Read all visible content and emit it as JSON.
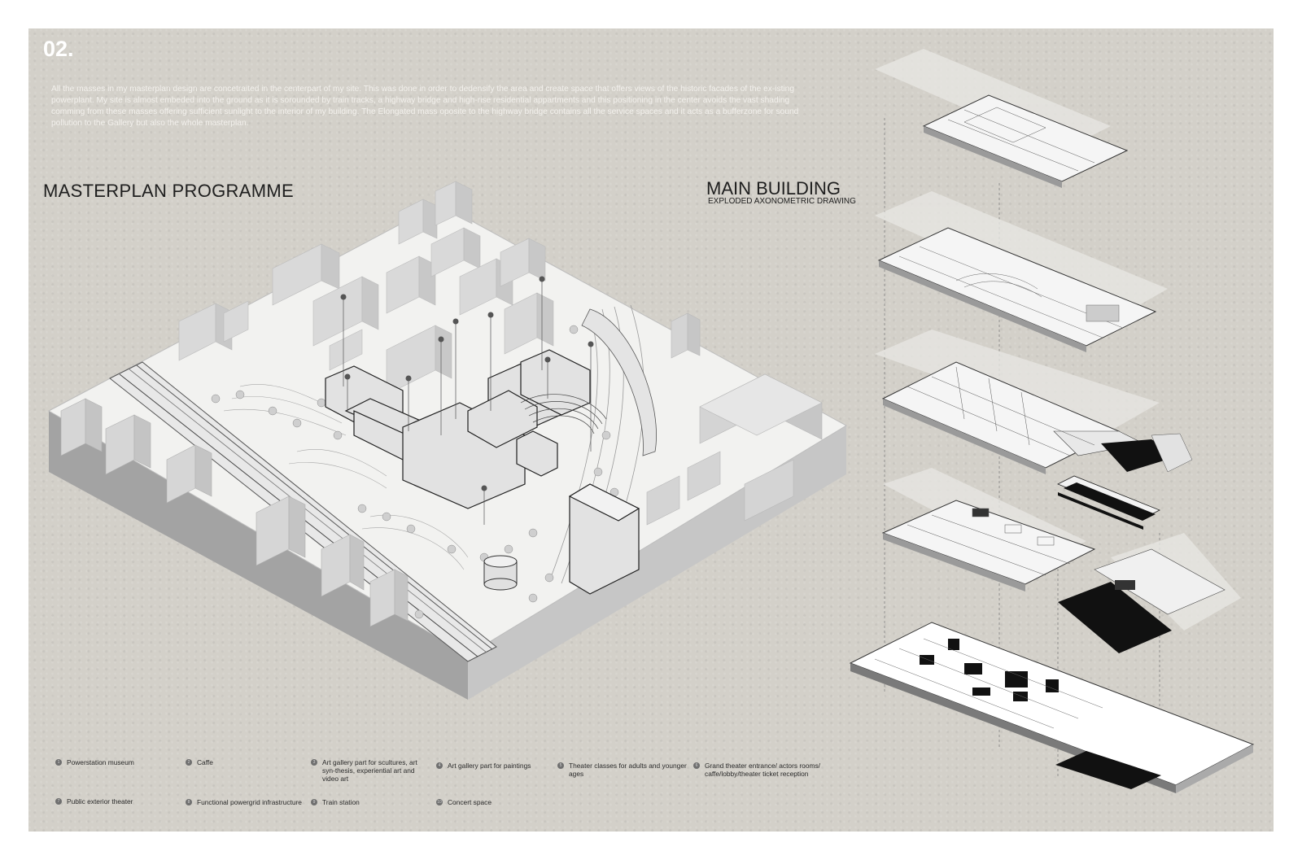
{
  "page": {
    "number": "02.",
    "intro": "All the masses in my masterplan design are concetraited in the centerpart  of my site. This was done in order to dedensify the area and create space that offers views of the historic facades of the ex-isting powerplant. My site is almost embeded into the ground as it is sorounded by train tracks, a highway bridge and high-rise residential appartments and this positioning in the center avoids the vast shading comming from these masses offering sufficient sunlight to the interior of my building. The Elongated mass oposite to the highway bridge contains all the service spaces and it acts as a bufferzone for sound pollution to the Gallery but also the whole masterplan.",
    "masterplan_title": "MASTERPLAN PROGRAMME",
    "main_building_title": "MAIN BUILDING",
    "main_building_subtitle": "EXPLODED AXONOMETRIC DRAWING"
  },
  "legend": [
    {
      "num": "1",
      "label": "Powerstation museum"
    },
    {
      "num": "2",
      "label": "Caffe"
    },
    {
      "num": "3",
      "label": "Art gallery part for scultures, art syn-thesis, experiential art and video art"
    },
    {
      "num": "4",
      "label": "Art gallery part for paintings"
    },
    {
      "num": "5",
      "label": "Theater classes for adults and younger ages"
    },
    {
      "num": "6",
      "label": "Grand theater entrance/ actors rooms/ caffe/lobby/theater ticket reception"
    },
    {
      "num": "7",
      "label": "Public exterior theater"
    },
    {
      "num": "8",
      "label": "Functional powergrid infrastructure"
    },
    {
      "num": "9",
      "label": "Train station"
    },
    {
      "num": "10",
      "label": "Concert space"
    }
  ],
  "colors": {
    "sheet": "#d3d0c9",
    "model_top": "#f4f4f2",
    "model_side_dark": "#9c9c9c",
    "model_side_light": "#c7c7c7",
    "building": "#d9d9d9",
    "ink": "#1e1e1e"
  },
  "icons": {
    "legend_marker": "numbered-circle-icon"
  }
}
